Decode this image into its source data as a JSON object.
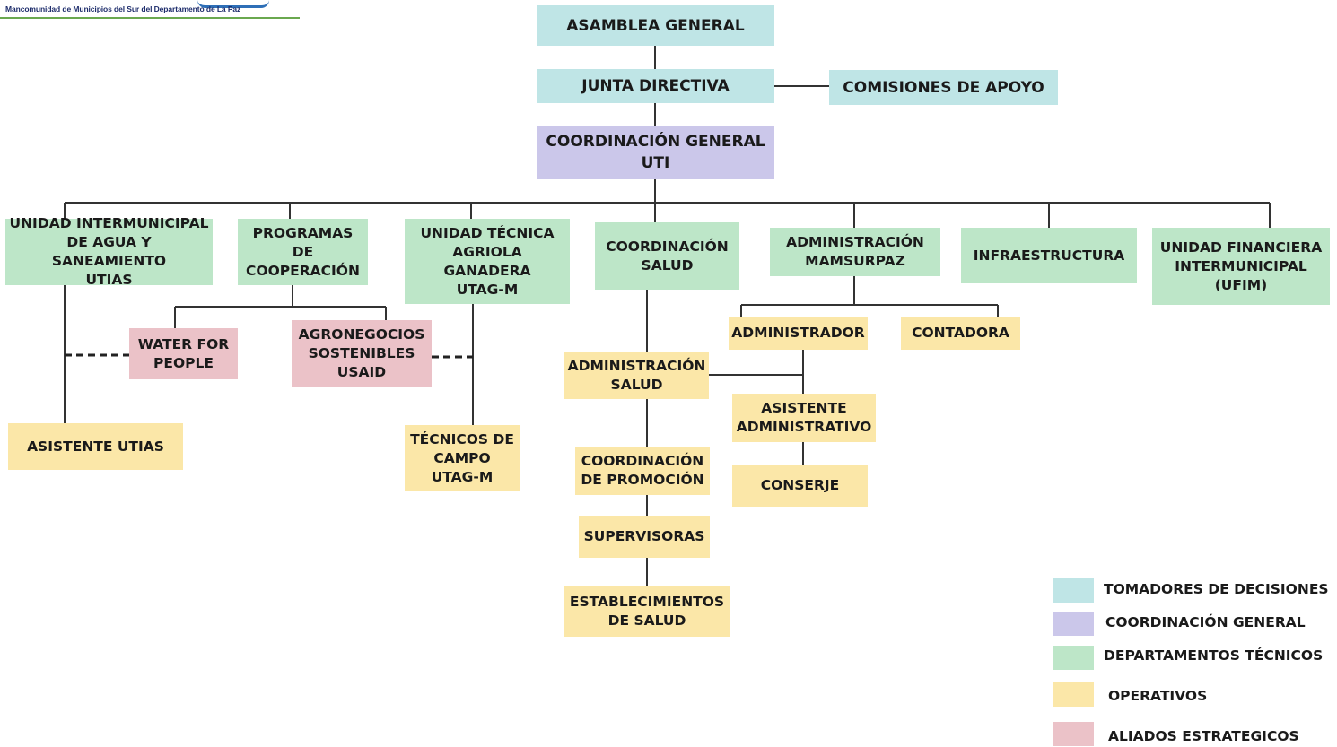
{
  "header": {
    "org_name": "Mancomunidad de Municipios del Sur del Departamento de La Paz"
  },
  "colors": {
    "decision": "#bfe5e6",
    "coordination": "#cbc7ea",
    "technical": "#bde6c8",
    "operative": "#fbe7a8",
    "ally": "#ebc2c8"
  },
  "nodes": {
    "asamblea": "ASAMBLEA GENERAL",
    "junta": "JUNTA DIRECTIVA",
    "comisiones": "COMISIONES DE APOYO",
    "coordinacion": "COORDINACIÓN GENERAL\nUTI",
    "utias": "UNIDAD INTERMUNICIPAL\nDE AGUA Y SANEAMIENTO\nUTIAS",
    "programas": "PROGRAMAS\nDE\nCOOPERACIÓN",
    "utagm": "UNIDAD TÉCNICA\nAGRIOLA GANADERA\nUTAG-M",
    "coord_salud": "COORDINACIÓN\nSALUD",
    "admin_mamsurpaz": "ADMINISTRACIÓN\nMAMSURPAZ",
    "infraestructura": "INFRAESTRUCTURA",
    "ufim": "UNIDAD FINANCIERA\nINTERMUNICIPAL\n(UFIM)",
    "water": "WATER FOR\nPEOPLE",
    "agronegocios": "AGRONEGOCIOS\nSOSTENIBLES\nUSAID",
    "asistente_utias": "ASISTENTE UTIAS",
    "tecnicos": "TÉCNICOS DE\nCAMPO\nUTAG-M",
    "admin_salud": "ADMINISTRACIÓN\nSALUD",
    "coord_promocion": "COORDINACIÓN\nDE PROMOCIÓN",
    "supervisoras": "SUPERVISORAS",
    "establecimientos": "ESTABLECIMIENTOS\nDE SALUD",
    "administrador": "ADMINISTRADOR",
    "contadora": "CONTADORA",
    "asistente_admin": "ASISTENTE\nADMINISTRATIVO",
    "conserje": "CONSERJE"
  },
  "legend": [
    {
      "label": "TOMADORES DE DECISIONES",
      "color": "#bfe5e6"
    },
    {
      "label": "COORDINACIÓN GENERAL",
      "color": "#cbc7ea"
    },
    {
      "label": "DEPARTAMENTOS TÉCNICOS",
      "color": "#bde6c8"
    },
    {
      "label": "OPERATIVOS",
      "color": "#fbe7a8"
    },
    {
      "label": "ALIADOS ESTRATEGICOS",
      "color": "#ebc2c8"
    }
  ]
}
